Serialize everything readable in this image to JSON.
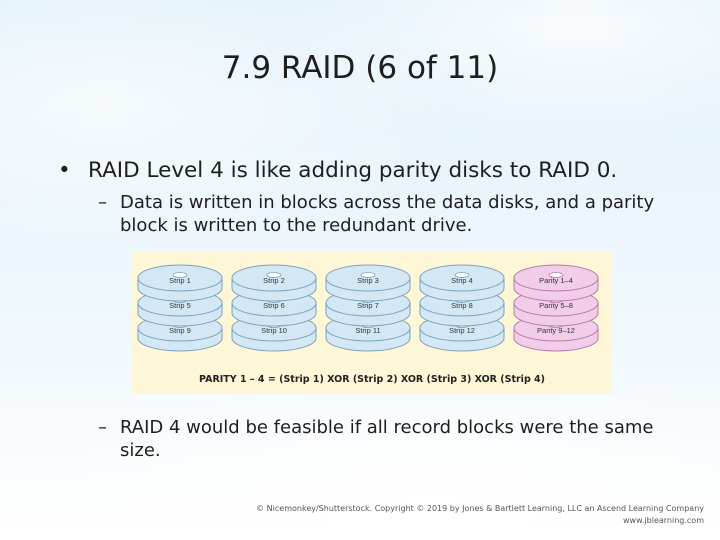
{
  "slide": {
    "title": "7.9 RAID (6 of 11)",
    "bullet_marker": "•",
    "bullet": "RAID Level 4 is like adding parity disks to RAID 0.",
    "sub_marker": "–",
    "sub_items": [
      "Data is written in blocks across the data disks, and a parity block is written to the redundant drive.",
      "RAID 4 would be feasible if all record blocks were the same size."
    ]
  },
  "figure": {
    "disks": [
      {
        "kind": "data",
        "strips": [
          "Strip 1",
          "Strip 5",
          "Strip 9"
        ]
      },
      {
        "kind": "data",
        "strips": [
          "Strip 2",
          "Strip 6",
          "Strip 10"
        ]
      },
      {
        "kind": "data",
        "strips": [
          "Strip 3",
          "Strip 7",
          "Strip 11"
        ]
      },
      {
        "kind": "data",
        "strips": [
          "Strip 4",
          "Strip 8",
          "Strip 12"
        ]
      },
      {
        "kind": "parity",
        "strips": [
          "Parity 1–4",
          "Parity 5–8",
          "Parity 9–12"
        ]
      }
    ],
    "caption": "PARITY 1 – 4 = (Strip 1) XOR (Strip 2) XOR (Strip 3) XOR (Strip 4)",
    "colors": {
      "background": "#fdf7d7",
      "data_fill": "#d3e8f4",
      "data_stroke": "#7aa2bd",
      "parity_fill": "#f2cdea",
      "parity_stroke": "#b77aa6"
    }
  },
  "footer": {
    "copyright": "© Nicemonkey/Shutterstock. Copyright © 2019 by Jones & Bartlett Learning, LLC an Ascend Learning Company",
    "url": "www.jblearning.com"
  }
}
